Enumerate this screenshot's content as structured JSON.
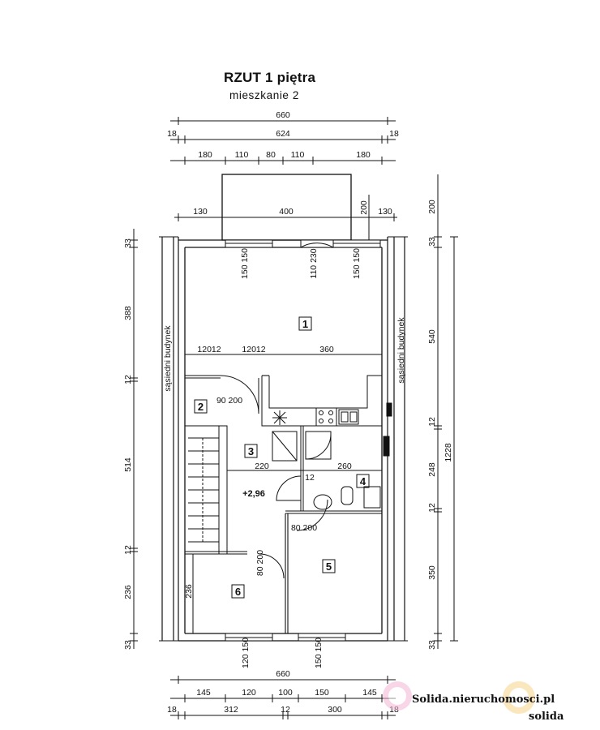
{
  "title": "RZUT 1 piętra",
  "subtitle": "mieszkanie 2",
  "level_mark": "+2,96",
  "neighbour_left": "sąsiedni budynek",
  "neighbour_right": "sąsiedni budynek",
  "rooms": [
    "1",
    "2",
    "3",
    "4",
    "5",
    "6"
  ],
  "dims": {
    "top_total": "660",
    "top_18a": "18",
    "top_624": "624",
    "top_18b": "18",
    "top_180a": "180",
    "top_110a": "110",
    "top_80": "80",
    "top_110b": "110",
    "top_180b": "180",
    "balc_130a": "130",
    "balc_400": "400",
    "balc_130b": "130",
    "balc_200": "200",
    "bottom_total": "660",
    "bottom_145a": "145",
    "bottom_120": "120",
    "bottom_100": "100",
    "bottom_150": "150",
    "bottom_145b": "145",
    "bottom_18a": "18",
    "bottom_312": "312",
    "bottom_12": "12",
    "bottom_300": "300",
    "bottom_18b": "18",
    "left_33a": "33",
    "left_388": "388",
    "left_12a": "12",
    "left_514": "514",
    "left_12b": "12",
    "left_236": "236",
    "left_33b": "33",
    "right_200": "200",
    "right_33a": "33",
    "right_540": "540",
    "right_12a": "12",
    "right_248": "248",
    "right_12b": "12",
    "right_350": "350",
    "right_33b": "33",
    "right_total": "1228",
    "win1": "150 150",
    "door_110_230": "110 230",
    "win2": "150 150",
    "inner_120a": "12012",
    "inner_120b": "12012",
    "inner_360": "360",
    "door2": "90 200",
    "inner_220": "220",
    "inner_12": "12",
    "inner_260": "260",
    "door4": "80 200",
    "door6": "80 200",
    "inner_236": "236",
    "win_bottom_a": "120 150",
    "win_bottom_b": "150 150"
  },
  "watermark": {
    "site": "Solida.nieruchomosci.pl",
    "brand": "solida"
  }
}
